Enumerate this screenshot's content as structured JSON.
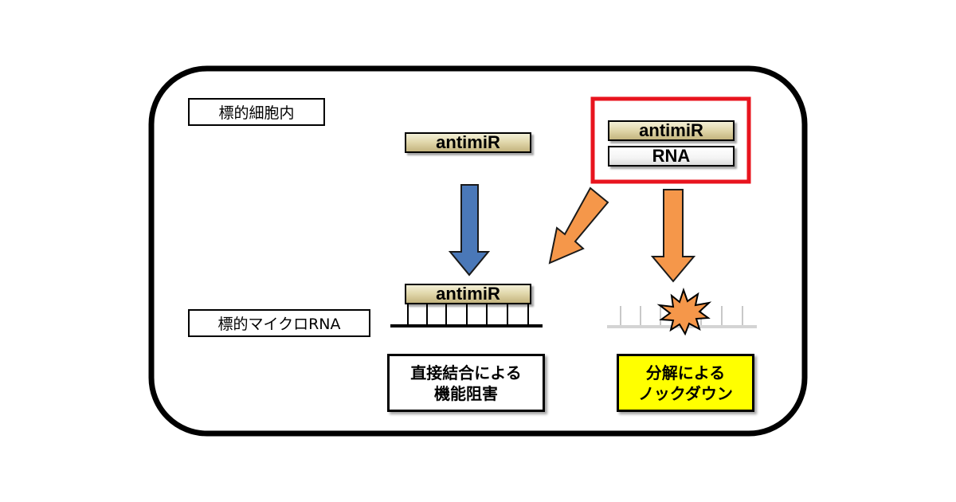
{
  "diagram": {
    "cell_label": "標的細胞内",
    "mirna_label": "標的マイクロRNA",
    "antimir_free": "antimiR",
    "antimir_bound": "antimiR",
    "complex": {
      "antimir_label": "antimiR",
      "rna_label": "RNA"
    },
    "result_direct": {
      "line1": "直接結合による",
      "line2": "機能阻害"
    },
    "result_knockdown": {
      "line1": "分解による",
      "line2": "ノックダウン"
    },
    "colors": {
      "blue_arrow": "#4a78b8",
      "orange_arrow": "#f5974a",
      "highlight_border": "#e8141e",
      "knockdown_fill": "#ffff00",
      "burst_fill": "#f5974a"
    }
  }
}
